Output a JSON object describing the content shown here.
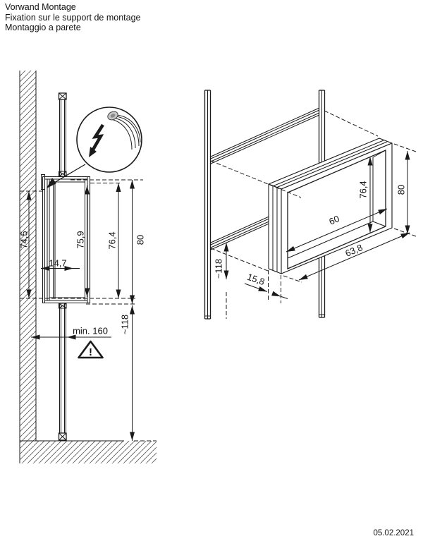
{
  "header": {
    "title_lines": [
      "Vorwand Montage",
      "Fixation sur le support de montage",
      "Montaggio a parete"
    ]
  },
  "footer": {
    "date": "05.02.2021"
  },
  "side_view": {
    "dims": {
      "wall_height": "74,5",
      "profile_depth": "14,7",
      "inner_height_a": "75,9",
      "inner_height_b": "76,4",
      "outer_height": "80",
      "min_clearance": "min. 160",
      "floor_distance": "~118"
    },
    "warning_mark": "!"
  },
  "perspective_view": {
    "dims": {
      "inner_width": "60",
      "inner_height": "76,4",
      "outer_height": "80",
      "outer_width": "63,8",
      "depth": "15,8",
      "floor_distance": "~118"
    }
  },
  "colors": {
    "line": "#1a1a1a",
    "grommet": "#c8c8c8"
  }
}
